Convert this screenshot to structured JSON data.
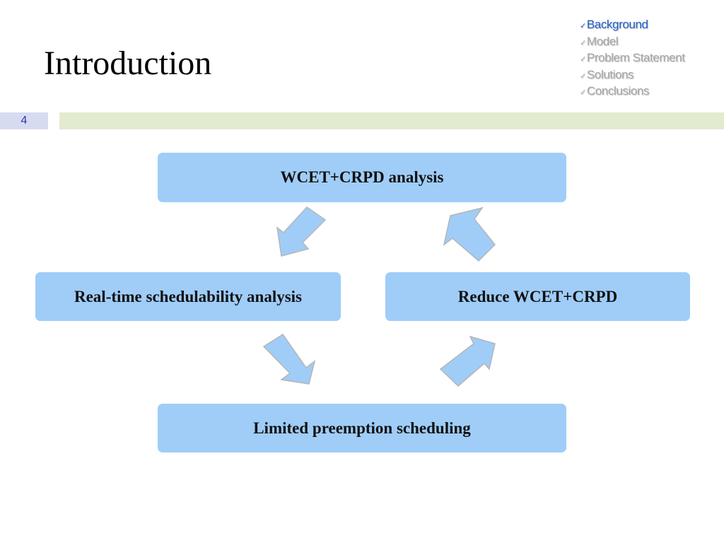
{
  "slide": {
    "title": "Introduction",
    "page_number": "4"
  },
  "nav": {
    "check_glyph": "✓",
    "items": [
      {
        "label": "Background",
        "color": "#1f5fc7"
      },
      {
        "label": "Model",
        "color": "#a8a8a8"
      },
      {
        "label": "Problem Statement",
        "color": "#a8a8a8"
      },
      {
        "label": "Solutions",
        "color": "#a8a8a8"
      },
      {
        "label": "Conclusions",
        "color": "#a8a8a8"
      }
    ]
  },
  "diagram": {
    "nodes": {
      "wcet_crpd_analysis": "WCET+CRPD analysis",
      "schedulability_analysis": "Real-time schedulability analysis",
      "reduce_wcet_crpd": "Reduce WCET+CRPD",
      "limited_preemption": "Limited preemption scheduling"
    },
    "node_color": "#9fcdf8",
    "arrow_fill": "#9fcdf8",
    "arrow_stroke": "#b5b5b5"
  }
}
